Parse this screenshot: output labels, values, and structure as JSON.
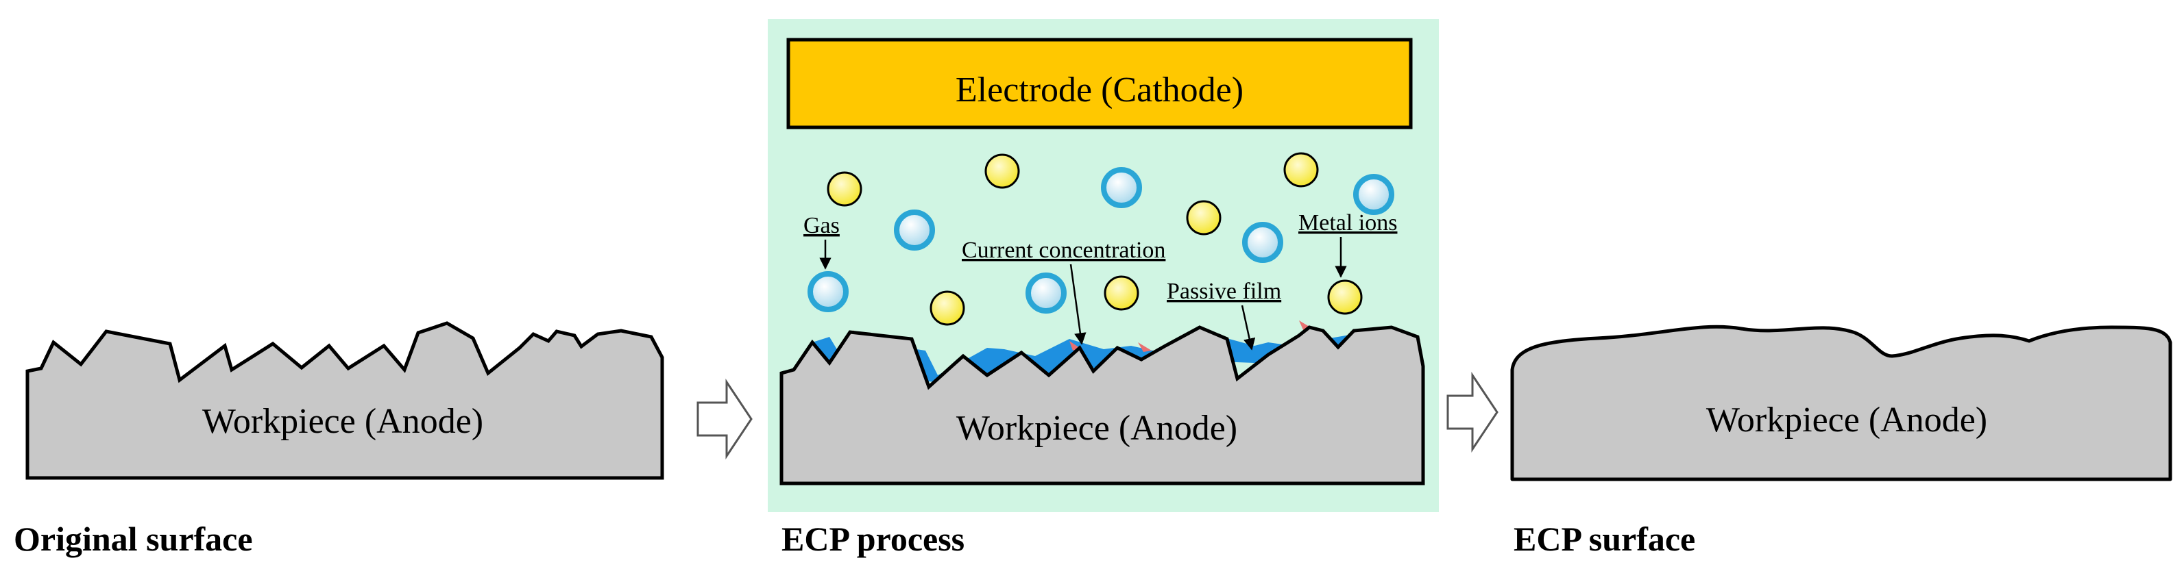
{
  "panels": [
    {
      "caption": "Original surface",
      "workpiece_label": "Workpiece (Anode)"
    },
    {
      "caption": "ECP process",
      "workpiece_label": "Workpiece (Anode)"
    },
    {
      "caption": "ECP surface",
      "workpiece_label": "Workpiece (Anode)"
    }
  ],
  "electrode_label": "Electrode (Cathode)",
  "annotations": {
    "gas": "Gas",
    "current_concentration": "Current concentration",
    "passive_film": "Passive film",
    "metal_ions": "Metal ions"
  },
  "colors": {
    "workpiece_fill": "#c8c8c8",
    "electrolyte_bath": "#d0f5e3",
    "electrode_fill": "#ffc800",
    "metal_ion_fill": "#f5e630",
    "gas_bubble_ring": "#2aa6d6",
    "passive_film": "#1e90e0",
    "current_concentration": "#e87070",
    "arrow_outline": "#555555"
  }
}
